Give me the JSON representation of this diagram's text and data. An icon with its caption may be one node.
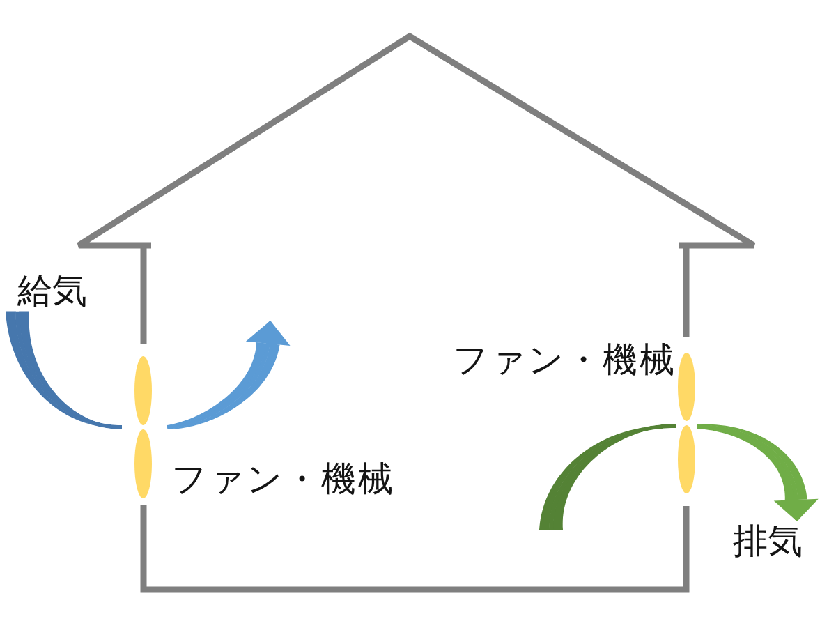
{
  "diagram": {
    "nodes": [
      {
        "text": [
          "給気"
        ]
      },
      {
        "text": [],
        "shape": "ellipse",
        "beside": [
          "ファン・機械"
        ]
      },
      {
        "text": [],
        "shape": "ellipse",
        "beside": [
          "ファン・機械"
        ]
      },
      {
        "text": [
          "排気"
        ]
      }
    ],
    "edges": [
      {
        "from": 0,
        "to": 1,
        "arrow": "none",
        "color": "#4677ad"
      },
      {
        "from": 1,
        "to": null,
        "arrow": "to",
        "color": "#5b9bd5"
      },
      {
        "from": null,
        "to": 2,
        "arrow": "none",
        "color": "#548235"
      },
      {
        "from": 2,
        "to": 3,
        "arrow": "to",
        "color": "#70ad47"
      }
    ]
  }
}
